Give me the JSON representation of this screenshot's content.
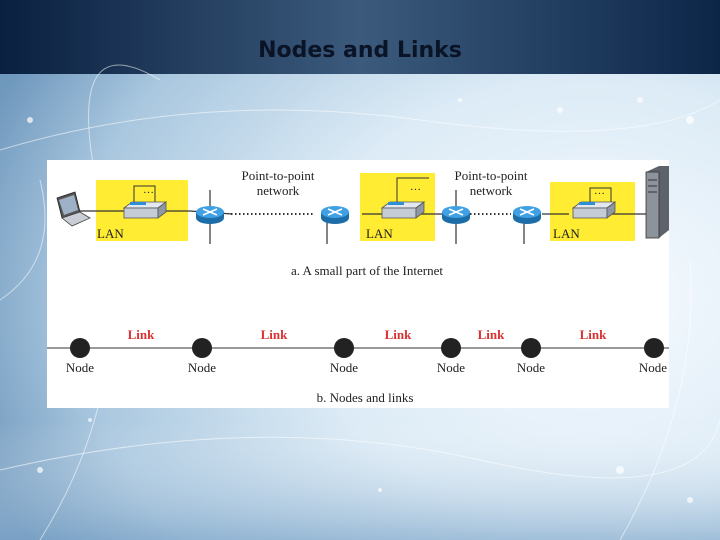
{
  "slide": {
    "title": "Nodes and Links"
  },
  "diagram_a": {
    "lan_label": "LAN",
    "p2p_line1": "Point-to-point",
    "p2p_line2": "network",
    "caption": "a. A small part of the Internet"
  },
  "diagram_b": {
    "node_label": "Node",
    "link_label": "Link",
    "caption": "b. Nodes and links"
  },
  "colors": {
    "lan_fill": "#ffec33",
    "link_text": "#d93232",
    "router": "#2f8fd6",
    "title_bar": "#0c2648"
  }
}
